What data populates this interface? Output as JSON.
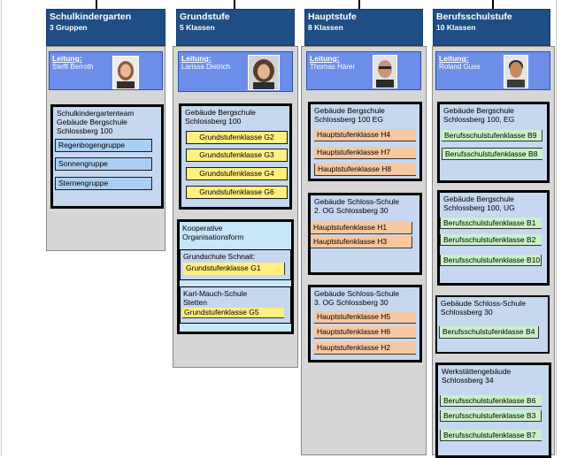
{
  "columns": [
    {
      "title": "Schulkindergarten",
      "subtitle": "3 Gruppen",
      "leader_title": "Leitung:",
      "leader_name": "Steffi Berroth",
      "groups": [
        {
          "title": "Schulkindergartenteam\nGebäude Bergschule\nSchlossberg 100",
          "items": [
            "Regenbogengruppe",
            "Sonnengruppe",
            "Sternengruppe"
          ]
        }
      ]
    },
    {
      "title": "Grundstufe",
      "subtitle": "5 Klassen",
      "leader_title": "Leitung:",
      "leader_name": "Larissa Dietrich",
      "groups": [
        {
          "title": "Gebäude Bergschule\nSchlossberg 100",
          "items": [
            "Grundstufenklasse G2",
            "Grundstufenklasse G3",
            "Grundstufenklasse G4",
            "Grundstufenklasse G6"
          ]
        }
      ],
      "koop": {
        "title": "Kooperative\nOrganisationsform",
        "subs": [
          {
            "title": "Grundschule Schnait:",
            "items": [
              "Grundstufenklasse G1"
            ]
          },
          {
            "title": "Karl-Mauch-Schule\nStetten",
            "items": [
              "Grundstufenklasse G5"
            ]
          }
        ]
      }
    },
    {
      "title": "Hauptstufe",
      "subtitle": "8 Klassen",
      "leader_title": "Leitung:",
      "leader_name": "Thomas Härer",
      "groups": [
        {
          "title": "Gebäude Bergschule\nSchlossberg 100 EG",
          "items": [
            "Hauptstufenklasse H4",
            "Hauptstufenklasse H7",
            "Hauptstufenklasse H8"
          ]
        },
        {
          "title": "Gebäude Schloss-Schule\n2. OG Schlossberg 30",
          "items": [
            "Hauptstufenklasse H1",
            "Hauptstufenklasse H3"
          ]
        },
        {
          "title": "Gebäude Schloss-Schule\n3. OG Schlossberg 30",
          "items": [
            "Hauptstufenklasse H5",
            "Hauptstufenklasse H6",
            "Hauptstufenklasse H2"
          ]
        }
      ]
    },
    {
      "title": "Berufsschulstufe",
      "subtitle": "10 Klassen",
      "leader_title": "Leitung:",
      "leader_name": "Roland Guse",
      "groups": [
        {
          "title": "Gebäude Bergschule\nSchlossberg 100, EG",
          "items": [
            "Berufsschulstufenklasse B9",
            "Berufsschulstufenklasse B8"
          ]
        },
        {
          "title": "Gebäude Bergschule\nSchlossberg 100, UG",
          "items": [
            "Berufsschulstufenklasse B1",
            "Berufsschulstufenklasse B2",
            "Berufsschulstufenklasse B10"
          ]
        },
        {
          "title": "Gebäude Schloss-Schule\nSchlossberg 30",
          "items": [
            "Berufsschulstufenklasse B4"
          ]
        },
        {
          "title": "Werkstättengebäude\nSchlossberg 34",
          "items": [
            "Berufsschulstufenklasse B6",
            "Berufsschulstufenklasse B3",
            "Berufsschulstufenklasse B7"
          ]
        }
      ]
    }
  ],
  "colors": {
    "header": "#1f4e85",
    "leader": "#6d8ee8",
    "group": "#c6d7f0",
    "kindergarten_item": "#a9cff3",
    "grundstufe_item": "#ffef80",
    "hauptstufe_item": "#f7c79f",
    "berufsschule_item": "#c8f2c8"
  }
}
